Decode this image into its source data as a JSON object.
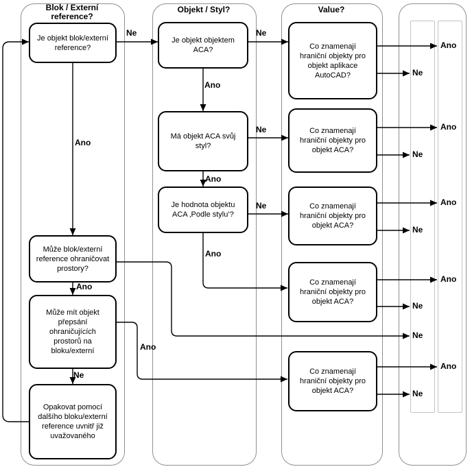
{
  "diagram": {
    "type": "flowchart",
    "language": "cs",
    "colors": {
      "background": "#ffffff",
      "line": "#000000",
      "container_border": "#8f8f8f",
      "lane_border": "#c4c4c4",
      "text": "#000000"
    },
    "columns": [
      {
        "id": "blok-externi-reference",
        "title": "Blok / Externí\nreference?"
      },
      {
        "id": "objekt-styl",
        "title": "Objekt / Styl?"
      },
      {
        "id": "value",
        "title": "Value?"
      },
      {
        "id": "vysledek",
        "title": ""
      }
    ],
    "labels": {
      "yes": "Ano",
      "no": "Ne"
    },
    "nodes": [
      {
        "id": "q-blok-xref",
        "text": "Je objekt blok/externí\nreference?"
      },
      {
        "id": "q-ohranicovat",
        "text": "Může blok/externí\nreference ohraničovat\nprostory?"
      },
      {
        "id": "q-prepsani",
        "text": "Může mít objekt\npřepsání\nohraničujících\nprostorů na\nbloku/externí"
      },
      {
        "id": "opakovat",
        "text": "Opakovat pomocí\ndalšího bloku/externí\nreference uvnitř již\nuvažovaného"
      },
      {
        "id": "q-objekt-aca",
        "text": "Je objekt objektem\nACA?"
      },
      {
        "id": "q-aca-styl",
        "text": "Má objekt ACA svůj\nstyl?"
      },
      {
        "id": "q-podle-stylu",
        "text": "Je hodnota objektu\nACA ‚Podle stylu’?"
      },
      {
        "id": "v-autocad",
        "text": "Co znamenají\nhraniční objekty pro\nobjekt aplikace\nAutoCAD?"
      },
      {
        "id": "v-aca-1",
        "text": "Co znamenají\nhraniční objekty pro\nobjekt ACA?"
      },
      {
        "id": "v-aca-2",
        "text": "Co znamenají\nhraniční objekty pro\nobjekt ACA?"
      },
      {
        "id": "v-aca-3",
        "text": "Co znamenají\nhraniční objekty pro\nobjekt ACA?"
      },
      {
        "id": "v-aca-4",
        "text": "Co znamenají\nhraniční objekty pro\nobjekt ACA?"
      }
    ],
    "edge_labels": [
      {
        "id": "b1-no",
        "text": "Ne"
      },
      {
        "id": "b1-yes",
        "text": "Ano"
      },
      {
        "id": "b5-no",
        "text": "Ne"
      },
      {
        "id": "b5-yes",
        "text": "Ano"
      },
      {
        "id": "b6-no",
        "text": "Ne"
      },
      {
        "id": "b6-yes",
        "text": "Ano"
      },
      {
        "id": "b7-no",
        "text": "Ne"
      },
      {
        "id": "b7-yes",
        "text": "Ano"
      },
      {
        "id": "b2-yes",
        "text": "Ano"
      },
      {
        "id": "b3-yes",
        "text": "Ano"
      },
      {
        "id": "b3-no",
        "text": "Ne"
      },
      {
        "id": "v1-ano",
        "text": "Ano"
      },
      {
        "id": "v1-ne",
        "text": "Ne"
      },
      {
        "id": "v2-ano",
        "text": "Ano"
      },
      {
        "id": "v2-ne",
        "text": "Ne"
      },
      {
        "id": "v3-ano",
        "text": "Ano"
      },
      {
        "id": "v3-ne",
        "text": "Ne"
      },
      {
        "id": "v4-ano",
        "text": "Ano"
      },
      {
        "id": "v4-ne",
        "text": "Ne"
      },
      {
        "id": "b2-no",
        "text": "Ne"
      },
      {
        "id": "v5-ano",
        "text": "Ano"
      },
      {
        "id": "v5-ne",
        "text": "Ne"
      }
    ]
  }
}
